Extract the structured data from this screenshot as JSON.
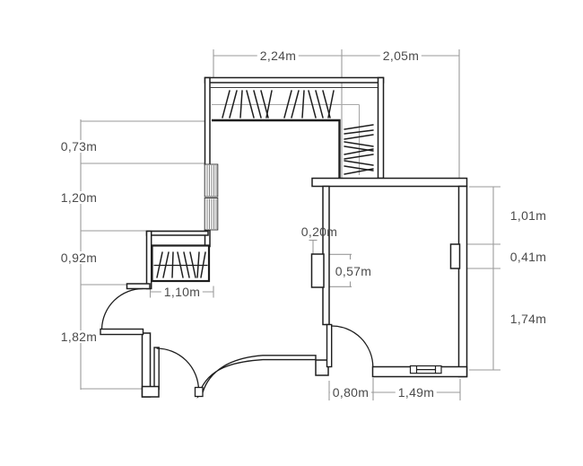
{
  "floor_plan": {
    "type": "architectural-floor-plan",
    "dimensions": {
      "top": [
        "2,24m",
        "2,05m"
      ],
      "left": [
        "0,73m",
        "1,20m",
        "0,92m",
        "1,82m"
      ],
      "right": [
        "1,01m",
        "0,41m",
        "1,74m"
      ],
      "bottom": [
        "0,80m",
        "1,49m"
      ],
      "interior": [
        "1,10m",
        "0,20m",
        "0,57m"
      ]
    },
    "colors": {
      "wall_line": "#1e1e1e",
      "dimension_line": "#9a9a9a",
      "closet_rail_line": "#a8a8a8",
      "label_text": "#4b4b4b",
      "background": "#ffffff"
    },
    "symbols": [
      "wardrobe-hatch-top",
      "wardrobe-hatch-right",
      "wardrobe-hatch-left",
      "window-left-wall",
      "window-bottom-wall",
      "radiator",
      "door-swing-arcs"
    ]
  }
}
